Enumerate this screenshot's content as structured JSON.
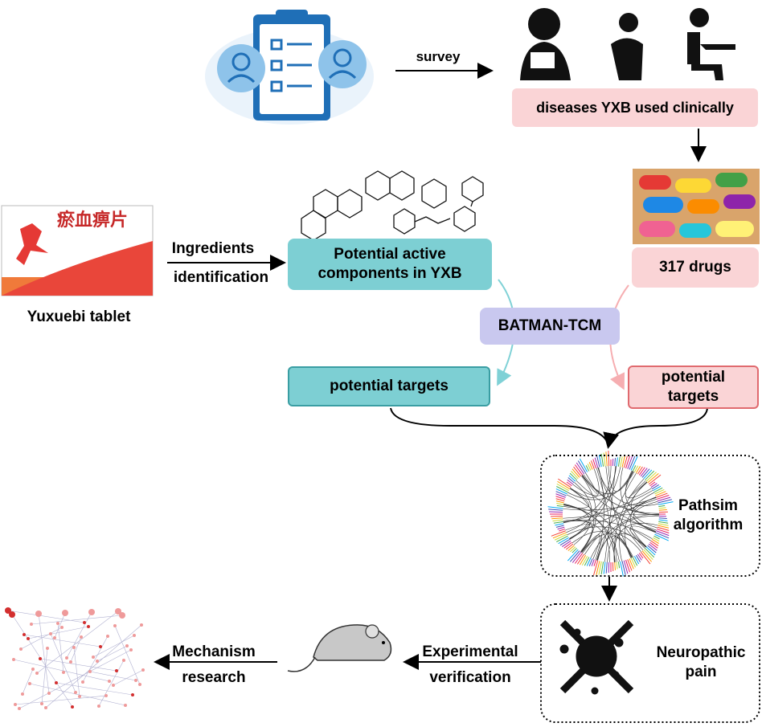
{
  "figure": {
    "survey_label": "survey",
    "diseases_label": "diseases YXB used clinically",
    "drugs_label": "317 drugs",
    "product_label": "Yuxuebi tablet",
    "product_box_text": "瘀血痹片",
    "ingredients_label_1": "Ingredients",
    "ingredients_label_2": "identification",
    "components_label": "Potential active components in YXB",
    "batman_label": "BATMAN-TCM",
    "targets_left_label": "potential targets",
    "targets_right_label": "potential targets",
    "pathsim_label": "Pathsim algorithm",
    "neuropathic_label": "Neuropathic pain",
    "experimental_label_1": "Experimental",
    "experimental_label_2": "verification",
    "mechanism_label_1": "Mechanism",
    "mechanism_label_2": "research"
  },
  "colors": {
    "teal_box": "#7dcfd3",
    "teal_border": "#3a9ea3",
    "pink_box": "#fad4d6",
    "pink_border": "#e06a6f",
    "lavender_box": "#c9c8ef",
    "teal_arrow": "#7fd1d6",
    "pink_arrow": "#f6aeb1"
  }
}
